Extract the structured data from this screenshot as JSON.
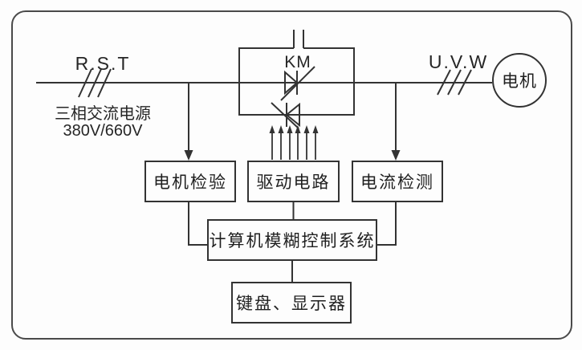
{
  "diagram": {
    "title_hint": "three-phase AC motor fuzzy-control system block diagram",
    "power": {
      "left_phases": "R.S.T",
      "right_phases": "U.V.W",
      "source_name": "三相交流电源",
      "source_voltage": "380V/660V"
    },
    "contactor_label": "KM",
    "motor_label": "电机",
    "blocks": {
      "motor_check": "电机检验",
      "drive_circuit": "驱动电路",
      "current_detect": "电流检测",
      "fuzzy_controller": "计算机模糊控制系统",
      "keyboard_display": "键盘、显示器"
    },
    "colors": {
      "line": "#333333",
      "text": "#262626",
      "frame_border": "#4a4a4a",
      "background": "#fdfdfd"
    }
  }
}
